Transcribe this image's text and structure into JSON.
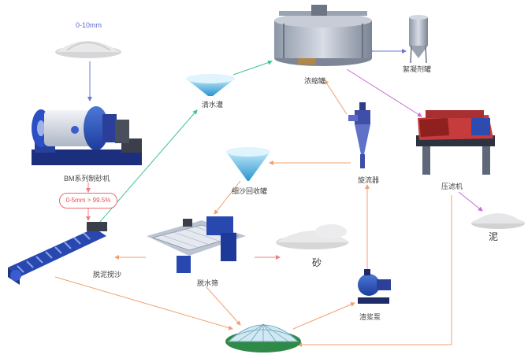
{
  "diagram": {
    "labels": {
      "input_size": "0-10mm",
      "ball_mill": "BM系列制砂机",
      "size_spec": "0-5mm > 99.5%",
      "thickener": "浓缩罐",
      "flocculant_tank": "絮凝剂罐",
      "clear_water_tank": "清水灌",
      "fine_sand_tank": "细沙回收罐",
      "hydrocyclone": "旋流器",
      "filter_press": "压滤机",
      "mud": "泥",
      "spiral_washer": "脱泥搅沙",
      "dewatering_screen": "脱水筛",
      "sand": "砂",
      "slurry_pump": "渣浆泵"
    },
    "colors": {
      "green_arrow": "#3cc49a",
      "orange_arrow": "#f0a070",
      "blue_arrow": "#6a76d8",
      "purple_arrow": "#c86ad8",
      "pink_arrow": "#e88080",
      "red_badge": "#e0504f"
    }
  }
}
